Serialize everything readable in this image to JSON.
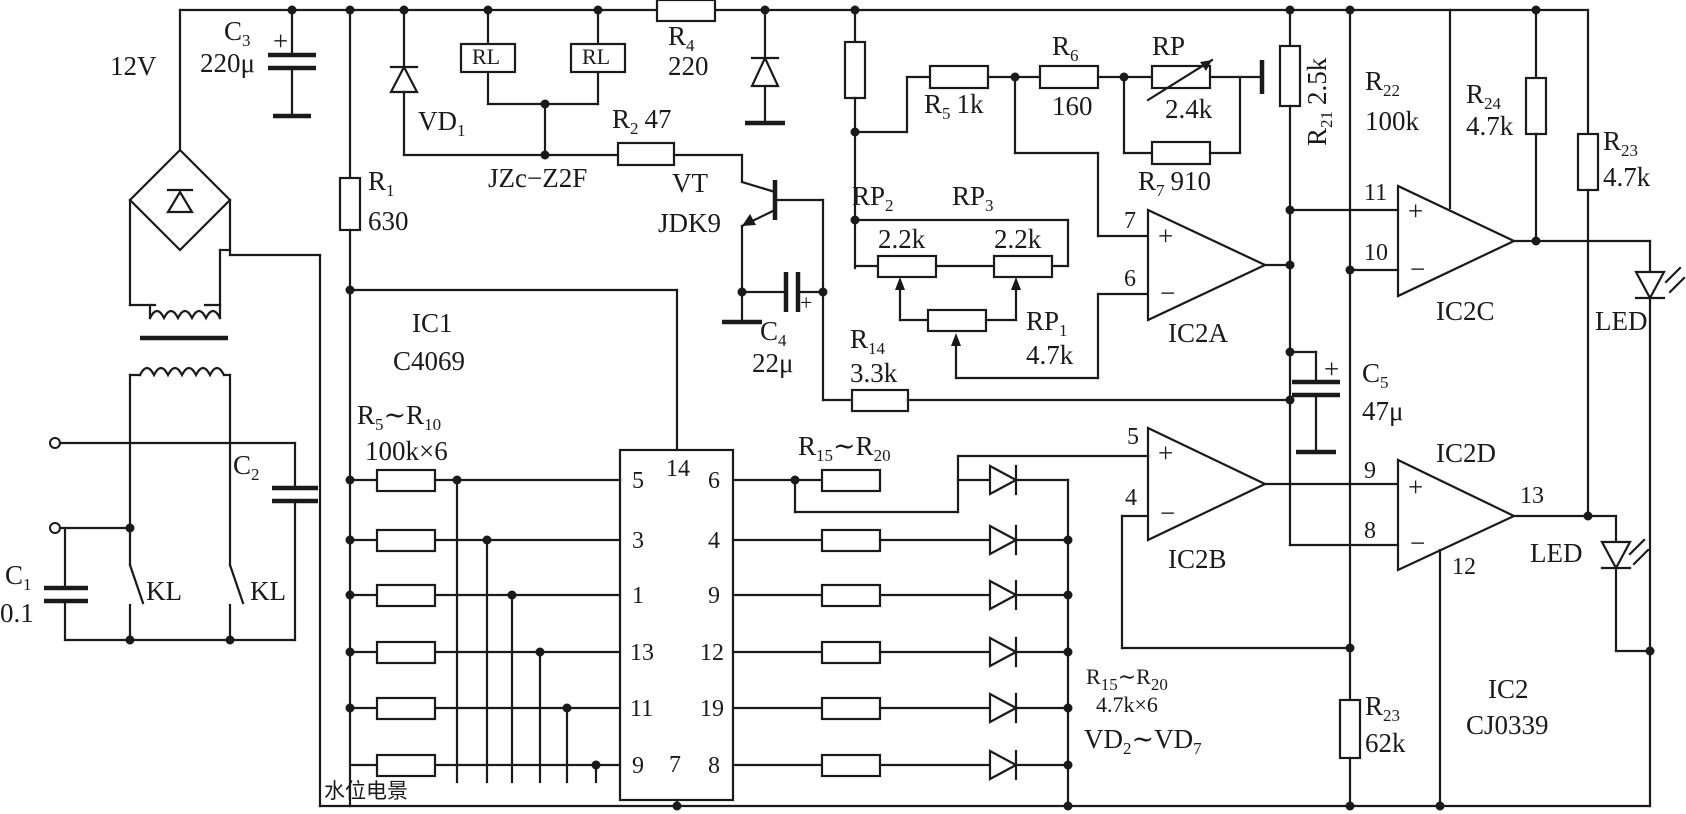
{
  "supply": {
    "voltage": "12V"
  },
  "c3": {
    "name": "C",
    "sub": "3",
    "value": "220μ",
    "polarity": "+"
  },
  "r1": {
    "name": "R",
    "sub": "1",
    "value": "630"
  },
  "vd1": {
    "name": "VD",
    "sub": "1"
  },
  "relay": {
    "coil_label": "RL",
    "model": "JZc−Z2F",
    "contact_label": "KL"
  },
  "r2": {
    "name": "R",
    "sub": "2",
    "value": "47"
  },
  "r4": {
    "name": "R",
    "sub": "4",
    "value": "220"
  },
  "vt": {
    "name": "VT",
    "model": "JDK9"
  },
  "c4": {
    "name": "C",
    "sub": "4",
    "value": "22μ",
    "polarity": "+"
  },
  "r5": {
    "name": "R",
    "sub": "5",
    "value": "1k"
  },
  "r6": {
    "name": "R",
    "sub": "6",
    "value": "160"
  },
  "rp": {
    "name": "RP",
    "value": "2.4k"
  },
  "r7": {
    "name": "R",
    "sub": "7",
    "value": "910"
  },
  "rp2": {
    "name": "RP",
    "sub": "2",
    "value": "2.2k"
  },
  "rp3": {
    "name": "RP",
    "sub": "3",
    "value": "2.2k"
  },
  "rp1": {
    "name": "RP",
    "sub": "1",
    "value": "4.7k"
  },
  "r14": {
    "name": "R",
    "sub": "14",
    "value": "3.3k"
  },
  "r21": {
    "name": "R",
    "sub": "21",
    "value": "2.5k"
  },
  "r22": {
    "name": "R",
    "sub": "22",
    "value": "100k"
  },
  "r24": {
    "name": "R",
    "sub": "24",
    "value": "4.7k"
  },
  "r23a": {
    "name": "R",
    "sub": "23",
    "value": "4.7k"
  },
  "r23b": {
    "name": "R",
    "sub": "23",
    "value": "62k"
  },
  "c5": {
    "name": "C",
    "sub": "5",
    "value": "47μ",
    "polarity": "+"
  },
  "c1": {
    "name": "C",
    "sub": "1",
    "value": "0.1"
  },
  "c2": {
    "name": "C",
    "sub": "2"
  },
  "ic1": {
    "name": "IC1",
    "model": "C4069",
    "pins_left": [
      "5",
      "3",
      "1",
      "13",
      "11",
      "9"
    ],
    "pins_right": [
      "6",
      "4",
      "9",
      "12",
      "19",
      "8"
    ],
    "pin_top": "14",
    "pin_bottom": "7"
  },
  "res_in": {
    "name_a": "R",
    "sub_a": "5",
    "sep": "∼",
    "name_b": "R",
    "sub_b": "10",
    "value": "100k×6"
  },
  "res_out_top": {
    "name_a": "R",
    "sub_a": "15",
    "sep": "∼",
    "name_b": "R",
    "sub_b": "20"
  },
  "res_out_bot": {
    "name_a": "R",
    "sub_a": "15",
    "sep": "∼",
    "name_b": "R",
    "sub_b": "20",
    "value": "4.7k×6"
  },
  "diodes": {
    "name_a": "VD",
    "sub_a": "2",
    "sep": "∼",
    "name_b": "VD",
    "sub_b": "7"
  },
  "ic2a": {
    "name": "IC2A",
    "pin_plus": "7",
    "pin_minus": "6",
    "plus": "+",
    "minus": "−"
  },
  "ic2b": {
    "name": "IC2B",
    "pin_plus": "5",
    "pin_minus": "4",
    "plus": "+",
    "minus": "−"
  },
  "ic2c": {
    "name": "IC2C",
    "pin_plus": "11",
    "pin_minus": "10",
    "plus": "+",
    "minus": "−"
  },
  "ic2d": {
    "name": "IC2D",
    "pin_plus": "9",
    "pin_minus": "8",
    "pin_out": "13",
    "pin_gnd": "12",
    "plus": "+",
    "minus": "−"
  },
  "ic2": {
    "name": "IC2",
    "model": "CJ0339"
  },
  "led": {
    "label": "LED"
  },
  "probe": {
    "label": "水位电景"
  }
}
